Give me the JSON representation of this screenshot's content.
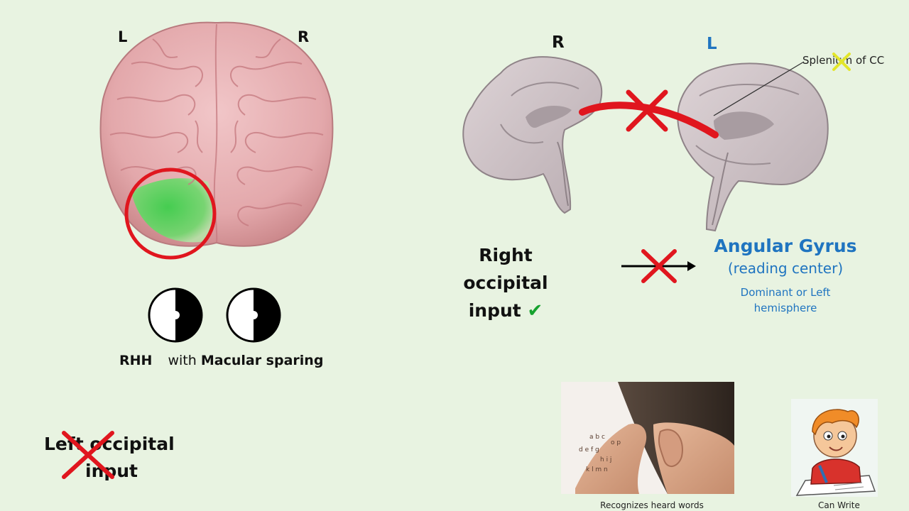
{
  "top_brain": {
    "left_label": "L",
    "right_label": "R"
  },
  "visual_field": {
    "rhh_label": "RHH",
    "with_text": "with",
    "sparing_label": "Macular sparing"
  },
  "left_input": {
    "line1": "Left occipital",
    "line2": "input"
  },
  "medial_brain": {
    "right_label": "R",
    "left_label": "L",
    "splenium_label": "Splenium of CC"
  },
  "pathway": {
    "source_line1": "Right occipital",
    "source_line2": "input",
    "check": "✔",
    "target_title": "Angular Gyrus",
    "target_subtitle": "(reading center)",
    "target_note_line1": "Dominant or Left",
    "target_note_line2": "hemisphere"
  },
  "captions": {
    "ear": "Recognizes heard words",
    "write": "Can Write"
  },
  "colors": {
    "background": "#e8f3e1",
    "cross": "#e0161e",
    "accent_blue": "#1f74c0",
    "highlight_green": "#3bd14c"
  }
}
